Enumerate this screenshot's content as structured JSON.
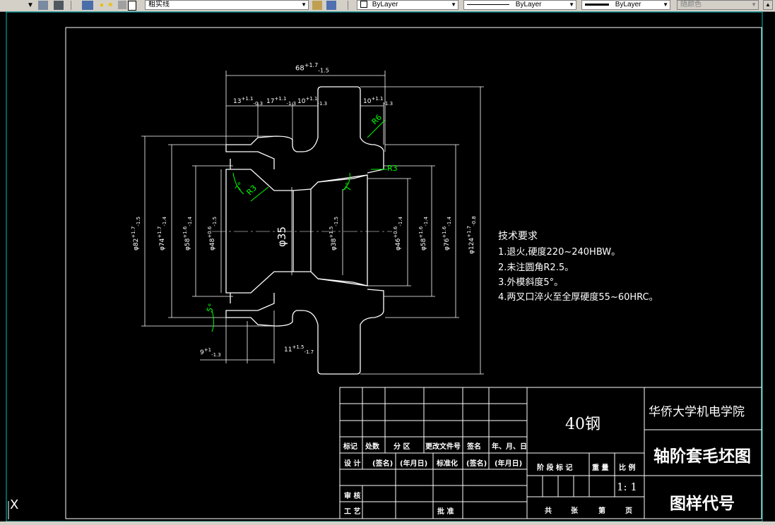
{
  "toolbar": {
    "layer_name": "粗实线",
    "color_value": "ByLayer",
    "linetype_value": "ByLayer",
    "lineweight_value": "ByLayer",
    "plotstyle_value": "随颜色"
  },
  "dimensions": {
    "overall_length": "68",
    "overall_length_tol_upper": "+1.7",
    "overall_length_tol_lower": "-1.5",
    "d1": "13",
    "d1_upper": "+1.1",
    "d1_lower": "-0.3",
    "d2": "17",
    "d2_upper": "+1.1",
    "d2_lower": "-1.3",
    "d3": "10",
    "d3_upper": "+1.1",
    "d3_lower": "-1.3",
    "d4": "10",
    "d4_upper": "+1.1",
    "d4_lower": "-1.3",
    "r6": "R6",
    "r3a": "R3",
    "r3b": "R3",
    "ang7a": "7°",
    "ang7b": "7°",
    "ang5": "5°",
    "phi35": "φ35",
    "phi82": "φ82",
    "phi82_upper": "+1.7",
    "phi82_lower": "-1.5",
    "phi74": "φ74",
    "phi74_upper": "+1.7",
    "phi74_lower": "-1.4",
    "phi58a": "φ58",
    "phi58a_upper": "+1.6",
    "phi58a_lower": "-1.4",
    "phi48": "φ48",
    "phi48_upper": "+0.6",
    "phi48_lower": "-1.5",
    "phi38": "φ38",
    "phi38_upper": "+1.5",
    "phi38_lower": "-1.5",
    "phi46": "φ46",
    "phi46_upper": "+0.6",
    "phi46_lower": "-1.4",
    "phi58b": "φ58",
    "phi58b_upper": "+1.6",
    "phi58b_lower": "-1.4",
    "phi76": "φ76",
    "phi76_upper": "+1.6",
    "phi76_lower": "-1.4",
    "phi124": "φ124",
    "phi124_upper": "+1.7",
    "phi124_lower": "-0.8",
    "b9": "9",
    "b9_upper": "+1",
    "b9_lower": "-1.3",
    "b11": "11",
    "b11_upper": "+1.5",
    "b11_lower": "-1.7"
  },
  "notes": {
    "title": "技术要求",
    "line1": "1.退火,硬度220~240HBW。",
    "line2": "2.未注圆角R2.5。",
    "line3": "3.外模斜度5°。",
    "line4": "4.两叉口淬火至全厚硬度55~60HRC。"
  },
  "title_block": {
    "material": "40钢",
    "school": "华侨大学机电学院",
    "drawing_name": "轴阶套毛坯图",
    "drawing_code": "图样代号",
    "scale": "1: 1",
    "h_mark": "标记",
    "h_count": "处数",
    "h_zone": "分 区",
    "h_docno": "更改文件号",
    "h_sign": "签名",
    "h_date": "年、月、日",
    "design": "设 计",
    "design_sign": "(签名)",
    "design_date": "(年月日)",
    "standard": "标准化",
    "std_sign": "(签名)",
    "std_date": "(年月日)",
    "review": "审 核",
    "process": "工 艺",
    "approve": "批 准",
    "stage": "阶 段 标 记",
    "weight": "重 量",
    "ratio": "比 例",
    "total": "共",
    "sheets": "张",
    "page_no": "第",
    "page": "页"
  },
  "ucs_icon_label": "X"
}
